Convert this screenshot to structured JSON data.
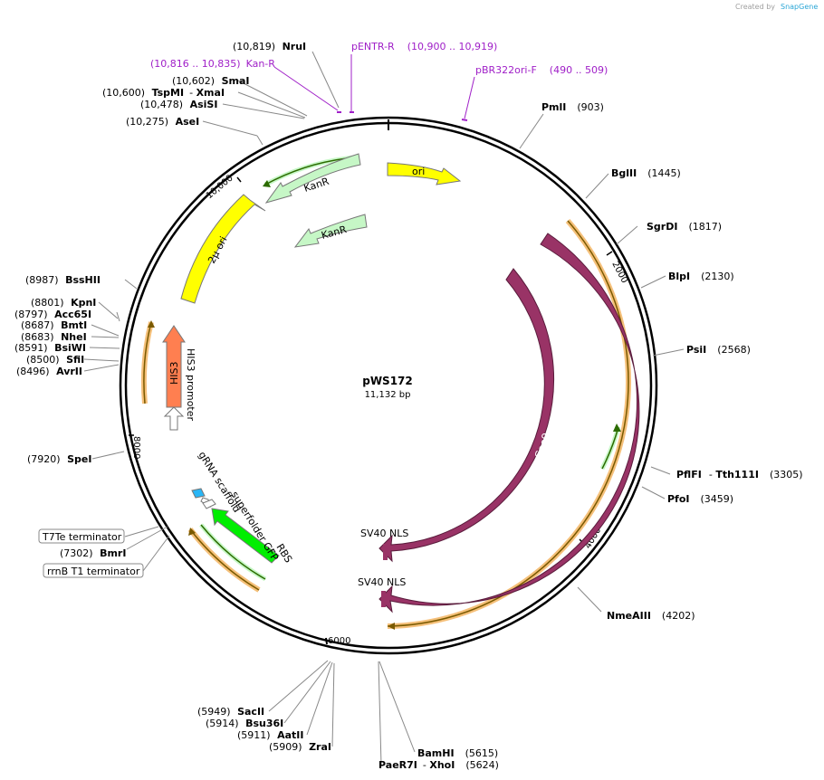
{
  "credit": {
    "text": "Created by",
    "brand": "SnapGene"
  },
  "plasmid": {
    "name": "pWS172",
    "size": "11,132 bp"
  },
  "ticks": [
    "2000",
    "4000",
    "6000",
    "8000",
    "10,000"
  ],
  "sites": [
    {
      "pos": "(10,819)",
      "name": "NruI"
    },
    {
      "pos": "(10,602)",
      "name": "SmaI"
    },
    {
      "pos": "(10,600)",
      "name": "TspMI",
      "extra": "XmaI"
    },
    {
      "pos": "(10,478)",
      "name": "AsiSI"
    },
    {
      "pos": "(10,275)",
      "name": "AseI"
    },
    {
      "name": "PmlI",
      "pos": "(903)"
    },
    {
      "name": "BglII",
      "pos": "(1445)"
    },
    {
      "name": "SgrDI",
      "pos": "(1817)"
    },
    {
      "name": "BlpI",
      "pos": "(2130)"
    },
    {
      "name": "PsiI",
      "pos": "(2568)"
    },
    {
      "name": "PflFI",
      "extra": "Tth111I",
      "pos": "(3305)"
    },
    {
      "name": "PfoI",
      "pos": "(3459)"
    },
    {
      "name": "NmeAIII",
      "pos": "(4202)"
    },
    {
      "pos": "(8987)",
      "name": "BssHII"
    },
    {
      "pos": "(8801)",
      "name": "KpnI"
    },
    {
      "pos": "(8797)",
      "name": "Acc65I"
    },
    {
      "pos": "(8687)",
      "name": "BmtI"
    },
    {
      "pos": "(8683)",
      "name": "NheI"
    },
    {
      "pos": "(8591)",
      "name": "BsiWI"
    },
    {
      "pos": "(8500)",
      "name": "SfiI"
    },
    {
      "pos": "(8496)",
      "name": "AvrII"
    },
    {
      "pos": "(7920)",
      "name": "SpeI"
    },
    {
      "pos": "(7302)",
      "name": "BmrI"
    },
    {
      "pos": "(5949)",
      "name": "SacII"
    },
    {
      "pos": "(5914)",
      "name": "Bsu36I"
    },
    {
      "pos": "(5911)",
      "name": "AatII"
    },
    {
      "pos": "(5909)",
      "name": "ZraI"
    },
    {
      "name": "BamHI",
      "pos": "(5615)"
    },
    {
      "name": "PaeR7I",
      "extra": "XhoI",
      "pos": "(5624)"
    }
  ],
  "primers": [
    {
      "name": "pENTR-R",
      "range": "(10,900 .. 10,919)"
    },
    {
      "range": "(10,816 .. 10,835)",
      "name": "Kan-R"
    },
    {
      "name": "pBR322ori-F",
      "range": "(490 .. 509)"
    }
  ],
  "boxed_features": [
    "T7Te terminator",
    "rrnB T1 terminator"
  ],
  "features": {
    "ori": "ori",
    "kanr1": "KanR",
    "kanr2": "KanR",
    "two_micron": "2µ ori",
    "his3": "HIS3",
    "his3_promoter": "HIS3 promoter",
    "cas9_inner": "Cas9",
    "cas9_outer": "Cas9",
    "sv40_1": "SV40 NLS",
    "sv40_2": "SV40 NLS",
    "grna": "gRNA scaffold",
    "sfgfp": "superfolder GFP",
    "rbs": "RBS"
  },
  "colors": {
    "ori": "#ffff00",
    "kanr": "#c6f7c6",
    "two_micron": "#ffff00",
    "his3": "#ff7f50",
    "cas9": "#993366",
    "gfp": "#00ee00",
    "grna": "#29b6f6",
    "primer": "#a020c8",
    "orf": "#f5c07a"
  }
}
